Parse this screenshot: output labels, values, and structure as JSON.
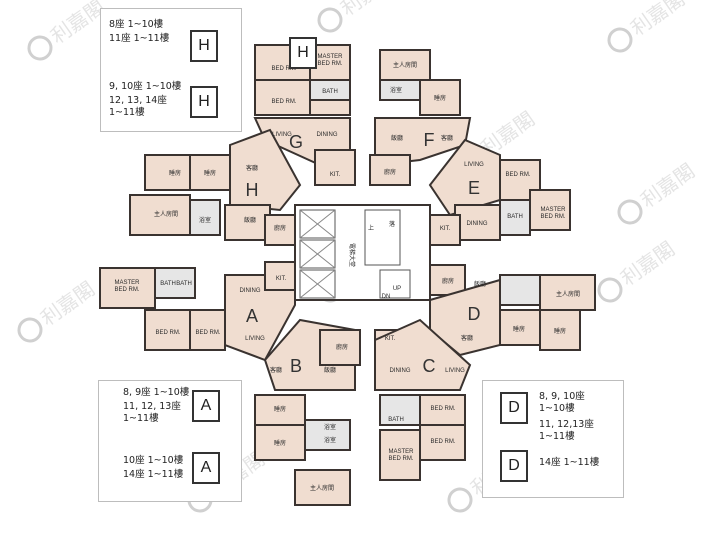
{
  "units": [
    {
      "id": "A",
      "label": "A",
      "rooms": {
        "master": "MASTER\nBED RM.",
        "bath1": "BATH",
        "bath2": "BATH",
        "bed": "BED RM.",
        "bed2": "BED RM.",
        "dining": "DINING",
        "living": "LIVING",
        "kit": "KIT."
      }
    },
    {
      "id": "B",
      "label": "B",
      "rooms": {
        "r1": "客廳",
        "r2": "飯廳",
        "r3": "廚房",
        "r4": "睡房",
        "r5": "睡房",
        "r6": "浴室",
        "r7": "浴室",
        "r8": "主人房間"
      }
    },
    {
      "id": "C",
      "label": "C",
      "rooms": {
        "kit": "KIT.",
        "dining": "DINING",
        "living": "LIVING",
        "bath": "BATH",
        "bed": "BED RM.",
        "bed2": "BED RM.",
        "master": "MASTER\nBED RM."
      }
    },
    {
      "id": "D",
      "label": "D",
      "rooms": {
        "r1": "飯廳",
        "r2": "客廳",
        "r3": "廚房",
        "r4": "主人房間",
        "r5": "睡房",
        "r6": "睡房"
      }
    },
    {
      "id": "E",
      "label": "E",
      "rooms": {
        "living": "LIVING",
        "bed": "BED RM.",
        "master": "MASTER\nBED RM.",
        "bath": "BATH",
        "dining": "DINING",
        "kit": "KIT."
      }
    },
    {
      "id": "F",
      "label": "F",
      "rooms": {
        "r1": "主人房間",
        "r2": "浴室",
        "r3": "睡房",
        "r4": "飯廳",
        "r5": "客廳",
        "r6": "廚房"
      }
    },
    {
      "id": "G",
      "label": "G",
      "rooms": {
        "bed1": "BED RM.",
        "master": "MASTER\nBED RM.",
        "bath": "BATH",
        "bed2": "BED RM.",
        "living": "LIVING",
        "dining": "DINING",
        "kit": "KIT."
      }
    },
    {
      "id": "H",
      "label": "H",
      "rooms": {
        "r1": "睡房",
        "r2": "睡房",
        "r3": "客廳",
        "r4": "主人房間",
        "r5": "浴室",
        "r6": "飯廳",
        "r7": "廚房"
      }
    }
  ],
  "core": {
    "up1": "上",
    "down1": "落",
    "up2": "UP",
    "dn2": "DN",
    "lobby": "電梯大堂"
  },
  "legends": {
    "H": {
      "line1": "8座 1~10樓",
      "line2": "11座 1~11樓",
      "line3": "9, 10座 1~10樓",
      "line4": "12, 13, 14座",
      "line5": "1~11樓",
      "icon": "H"
    },
    "A": {
      "line1": "8, 9座 1~10樓",
      "line2": "11, 12, 13座",
      "line3": "1~11樓",
      "line4": "10座 1~10樓",
      "line5": "14座 1~11樓",
      "icon": "A"
    },
    "D": {
      "line1": "8, 9, 10座",
      "line2": "1~10樓",
      "line3": "11, 12,13座",
      "line4": "1~11樓",
      "line5": "14座 1~11樓",
      "icon": "D"
    }
  },
  "watermark": {
    "text": "利嘉閣",
    "icon": "R"
  },
  "colors": {
    "wall": "#3a3330",
    "room": "#f0ddd0",
    "bath": "#e6e6e6",
    "legend_border": "#bdbdbd"
  }
}
